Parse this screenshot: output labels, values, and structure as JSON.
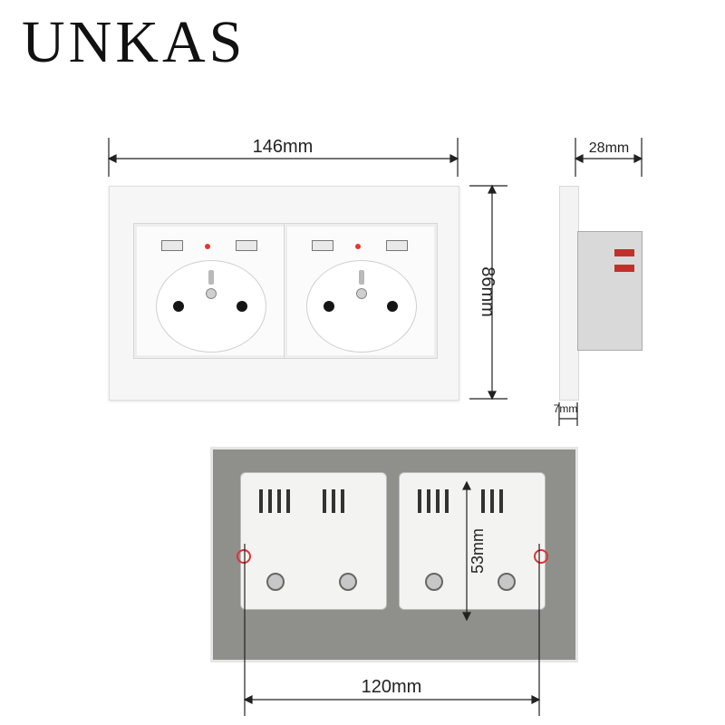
{
  "brand": {
    "name": "UNKAS"
  },
  "dimensions": {
    "width": "146mm",
    "height": "86mm",
    "depth": "28mm",
    "plate_thickness": "7mm",
    "mounting_distance": "120mm",
    "module_height": "53mm"
  },
  "colors": {
    "led": "#e8362b",
    "plate": "#f6f6f6",
    "back_frame": "#8f8f8c",
    "dimension_line": "#222222"
  }
}
